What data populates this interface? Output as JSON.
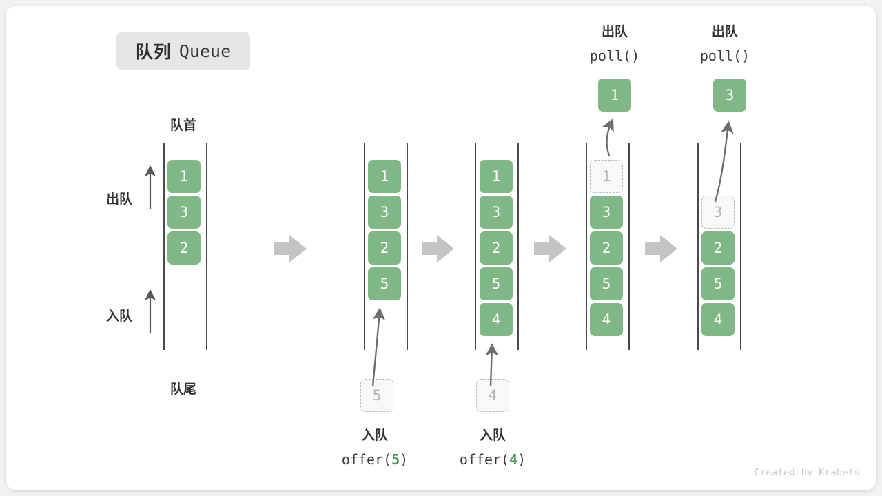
{
  "title": {
    "cn": "队列",
    "en": "Queue"
  },
  "labels": {
    "front": "队首",
    "rear": "队尾",
    "dequeue": "出队",
    "enqueue": "入队"
  },
  "credit": "Created by Krahets",
  "colors": {
    "box_fill": "#7fb786",
    "box_text": "#ffffff",
    "ghost_fill": "#f8f8f8",
    "ghost_border": "#b8b8b8",
    "ghost_text": "#b4b4b4",
    "rail": "#4a4a4a",
    "step_arrow": "#c4c4c4",
    "move_arrow": "#6e6e6e",
    "accent_green": "#4a9a58",
    "pill_bg": "#e6e6e6",
    "text": "#333333",
    "card_bg": "#ffffff",
    "page_bg": "#f2f2f2"
  },
  "chart_data": {
    "type": "diagram",
    "title": "队列 Queue",
    "description": "Queue FIFO operation sequence: offer(5), offer(4), poll()->1, poll()->3",
    "columns": [
      {
        "id": "state-0",
        "items": [
          "1",
          "3",
          "2"
        ],
        "ghost_bottom": null,
        "ghost_top": null,
        "popped": null,
        "op_cn": null,
        "op_code": null
      },
      {
        "id": "state-1",
        "items": [
          "1",
          "3",
          "2",
          "5"
        ],
        "ghost_bottom": "5",
        "ghost_top": null,
        "popped": null,
        "op_cn": "入队",
        "op_code_prefix": "offer(",
        "op_code_arg": "5",
        "op_code_suffix": ")"
      },
      {
        "id": "state-2",
        "items": [
          "1",
          "3",
          "2",
          "5",
          "4"
        ],
        "ghost_bottom": "4",
        "ghost_top": null,
        "popped": null,
        "op_cn": "入队",
        "op_code_prefix": "offer(",
        "op_code_arg": "4",
        "op_code_suffix": ")"
      },
      {
        "id": "state-3",
        "items": [
          "3",
          "2",
          "5",
          "4"
        ],
        "ghost_top": "1",
        "popped": "1",
        "op_cn": "出队",
        "op_code": "poll()"
      },
      {
        "id": "state-4",
        "items": [
          "2",
          "5",
          "4"
        ],
        "ghost_top": "3",
        "popped": "3",
        "op_cn": "出队",
        "op_code": "poll()"
      }
    ],
    "step_arrows": 4,
    "values": {
      "c0_0": "1",
      "c0_1": "3",
      "c0_2": "2",
      "c1_0": "1",
      "c1_1": "3",
      "c1_2": "2",
      "c1_3": "5",
      "c1_ghost": "5",
      "c2_0": "1",
      "c2_1": "3",
      "c2_2": "2",
      "c2_3": "5",
      "c2_4": "4",
      "c2_ghost": "4",
      "c3_ghost": "1",
      "c3_0": "3",
      "c3_1": "2",
      "c3_2": "5",
      "c3_3": "4",
      "c3_pop": "1",
      "c4_ghost": "3",
      "c4_0": "2",
      "c4_1": "5",
      "c4_2": "4",
      "c4_pop": "3"
    }
  }
}
